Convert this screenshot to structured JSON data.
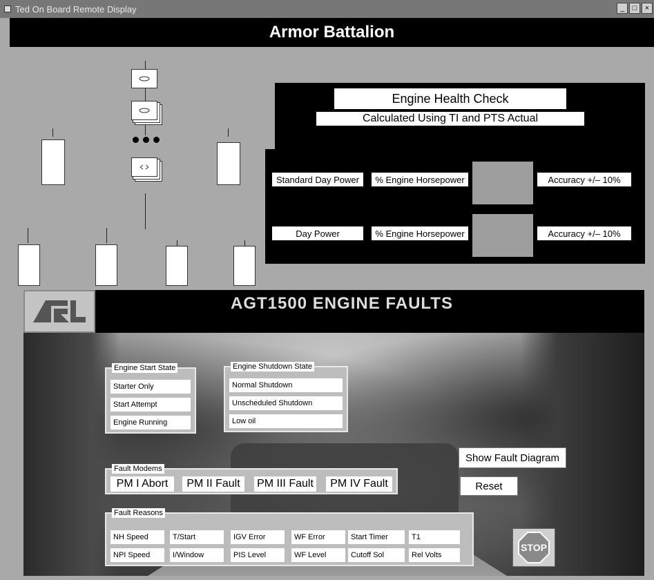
{
  "window": {
    "title": "Ted On Board Remote Display"
  },
  "header": {
    "title": "Armor Battalion"
  },
  "health": {
    "title": "Engine Health Check",
    "subtitle": "Calculated Using TI and PTS Actual",
    "rows": [
      {
        "label": "Standard Day Power",
        "unit": "% Engine Horsepower",
        "accuracy": "Accuracy +/– 10%"
      },
      {
        "label": "Day Power",
        "unit": "% Engine Horsepower",
        "accuracy": "Accuracy +/– 10%"
      }
    ]
  },
  "faults": {
    "logo_text": "ARL",
    "title": "AGT1500 ENGINE FAULTS",
    "start_state": {
      "legend": "Engine Start State",
      "items": [
        "Starter Only",
        "Start Attempt",
        "Engine Running"
      ]
    },
    "shutdown_state": {
      "legend": "Engine Shutdown State",
      "items": [
        "Normal Shutdown",
        "Unscheduled Shutdown",
        "Low oil"
      ]
    },
    "modems": {
      "legend": "Fault Modems",
      "items": [
        "PM I Abort",
        "PM II Fault",
        "PM III Fault",
        "PM IV Fault"
      ]
    },
    "reasons": {
      "legend": "Fault Reasons",
      "row1": [
        "NH Speed",
        "T/Start",
        "IGV Error",
        "WF Error",
        "Start Timer",
        "T1"
      ],
      "row2": [
        "NPI Speed",
        "I/Window",
        "PIS Level",
        "WF Level",
        "Cutoff Sol",
        "Rel Volts"
      ]
    },
    "show_diagram_label": "Show Fault Diagram",
    "reset_label": "Reset",
    "stop_label": "STOP"
  }
}
